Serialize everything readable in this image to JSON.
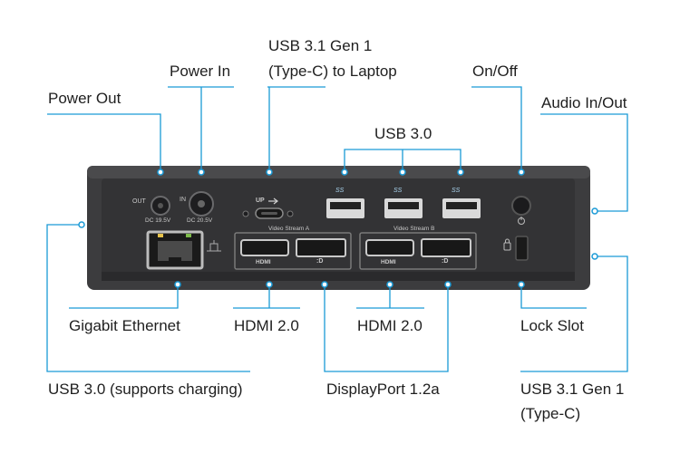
{
  "labels": {
    "power_out": "Power Out",
    "power_in": "Power In",
    "usb31_laptop_line1": "USB 3.1 Gen 1",
    "usb31_laptop_line2": "(Type-C) to Laptop",
    "on_off": "On/Off",
    "audio": "Audio In/Out",
    "usb30": "USB 3.0",
    "gigabit_ethernet": "Gigabit Ethernet",
    "hdmi_a": "HDMI 2.0",
    "hdmi_b": "HDMI 2.0",
    "lock_slot": "Lock Slot",
    "usb30_charging": "USB 3.0 (supports charging)",
    "displayport": "DisplayPort 1.2a",
    "usb31_typec_line1": "USB 3.1 Gen 1",
    "usb31_typec_line2": "(Type-C)"
  },
  "device": {
    "out_label": "OUT",
    "out_voltage": "DC 19.5V",
    "in_label": "IN",
    "in_voltage": "DC 20.5V",
    "up_label": "UP",
    "usb_logo": "SS",
    "video_stream_a": "Video Stream A",
    "video_stream_b": "Video Stream B",
    "hdmi_text": "HDMI",
    "dp_text": ":D"
  },
  "colors": {
    "leader_line": "#1a9ad6",
    "device_body": "#3b3b3d",
    "device_panel": "#2e2e30",
    "text": "#1f1f1f"
  }
}
